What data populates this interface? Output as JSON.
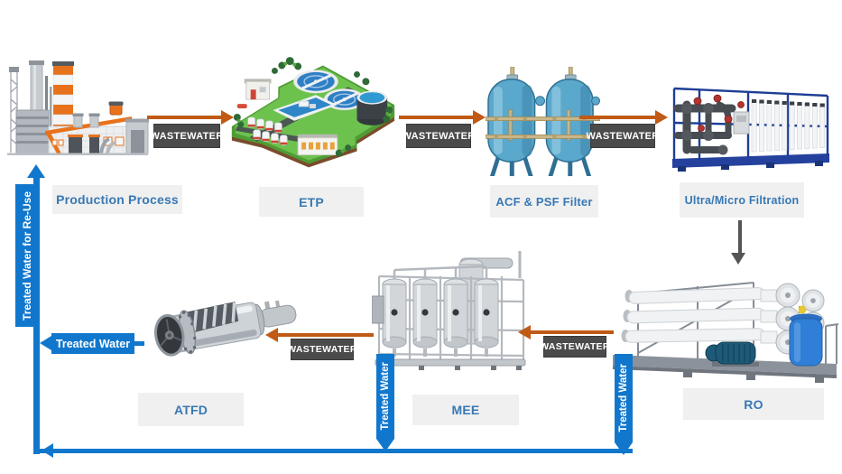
{
  "flow": {
    "nodes": [
      {
        "label": "Production Process"
      },
      {
        "label": "ETP"
      },
      {
        "label": "ACF & PSF Filter"
      },
      {
        "label": "Ultra/Micro Filtration"
      },
      {
        "label": "RO"
      },
      {
        "label": "MEE"
      },
      {
        "label": "ATFD"
      }
    ],
    "edges": [
      {
        "from": "Production Process",
        "to": "ETP",
        "label": "WASTEWATER",
        "type": "wastewater"
      },
      {
        "from": "ETP",
        "to": "ACF & PSF Filter",
        "label": "WASTEWATER",
        "type": "wastewater"
      },
      {
        "from": "ACF & PSF Filter",
        "to": "Ultra/Micro Filtration",
        "label": "WASTEWATER",
        "type": "wastewater"
      },
      {
        "from": "Ultra/Micro Filtration",
        "to": "RO",
        "label": "",
        "type": "plain"
      },
      {
        "from": "RO",
        "to": "MEE",
        "label": "WASTEWATER",
        "type": "wastewater"
      },
      {
        "from": "MEE",
        "to": "ATFD",
        "label": "WASTEWATER",
        "type": "wastewater"
      },
      {
        "from": "ATFD",
        "to": "re-use line",
        "label": "Treated Water",
        "type": "treated-water"
      },
      {
        "from": "MEE",
        "to": "re-use line",
        "label": "Treated Water",
        "type": "treated-water"
      },
      {
        "from": "RO",
        "to": "re-use line",
        "label": "Treated Water",
        "type": "treated-water"
      },
      {
        "from": "re-use line",
        "to": "Production Process",
        "label": "Treated Water for Re-Use",
        "type": "treated-water"
      }
    ],
    "colors": {
      "wastewater_arrow": "#c05a15",
      "wastewater_badge_bg": "#4b4b4b",
      "treated_water_blue": "#1177cd",
      "node_label_text": "#3878b4",
      "node_label_bg": "#f0f0f0",
      "plain_arrow_gray": "#555555",
      "background": "#ffffff"
    }
  }
}
